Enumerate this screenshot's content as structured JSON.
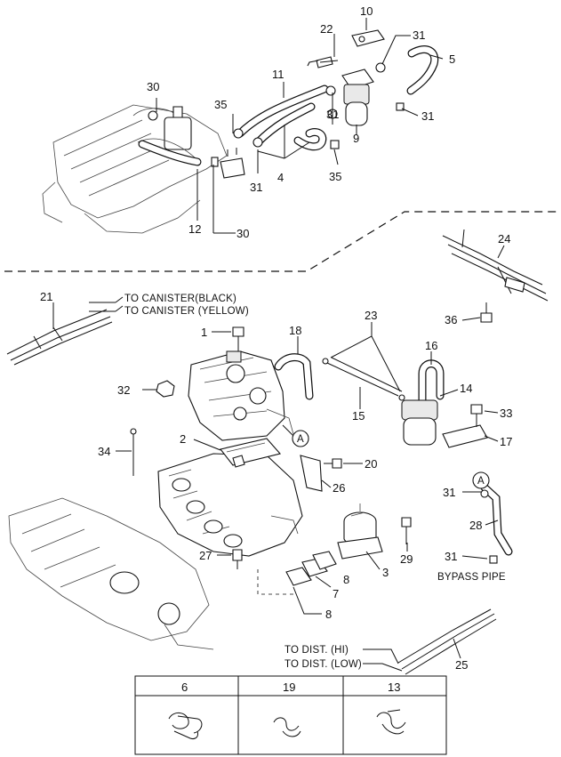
{
  "callouts": {
    "c1": "1",
    "c2": "2",
    "c3": "3",
    "c4": "4",
    "c5": "5",
    "c7": "7",
    "c8a": "8",
    "c8b": "8",
    "c9": "9",
    "c10": "10",
    "c11": "11",
    "c12": "12",
    "c14": "14",
    "c15": "15",
    "c16": "16",
    "c17": "17",
    "c18": "18",
    "c20": "20",
    "c21": "21",
    "c22": "22",
    "c23": "23",
    "c24": "24",
    "c25": "25",
    "c26": "26",
    "c27": "27",
    "c28": "28",
    "c29": "29",
    "c30a": "30",
    "c30b": "30",
    "c31a": "31",
    "c31b": "31",
    "c31c": "31",
    "c31d": "31",
    "c31e": "31",
    "c31f": "31",
    "c32": "32",
    "c33": "33",
    "c34": "34",
    "c35a": "35",
    "c35b": "35",
    "c36": "36"
  },
  "markers": {
    "a1": "A",
    "a2": "A"
  },
  "notes": {
    "canister_black": "TO CANISTER(BLACK)",
    "canister_yellow": "TO CANISTER (YELLOW)",
    "bypass_pipe": "BYPASS PIPE",
    "dist_hi": "TO DIST. (HI)",
    "dist_low": "TO DIST. (LOW)"
  },
  "clip_table": {
    "headers": [
      "6",
      "19",
      "13"
    ]
  }
}
